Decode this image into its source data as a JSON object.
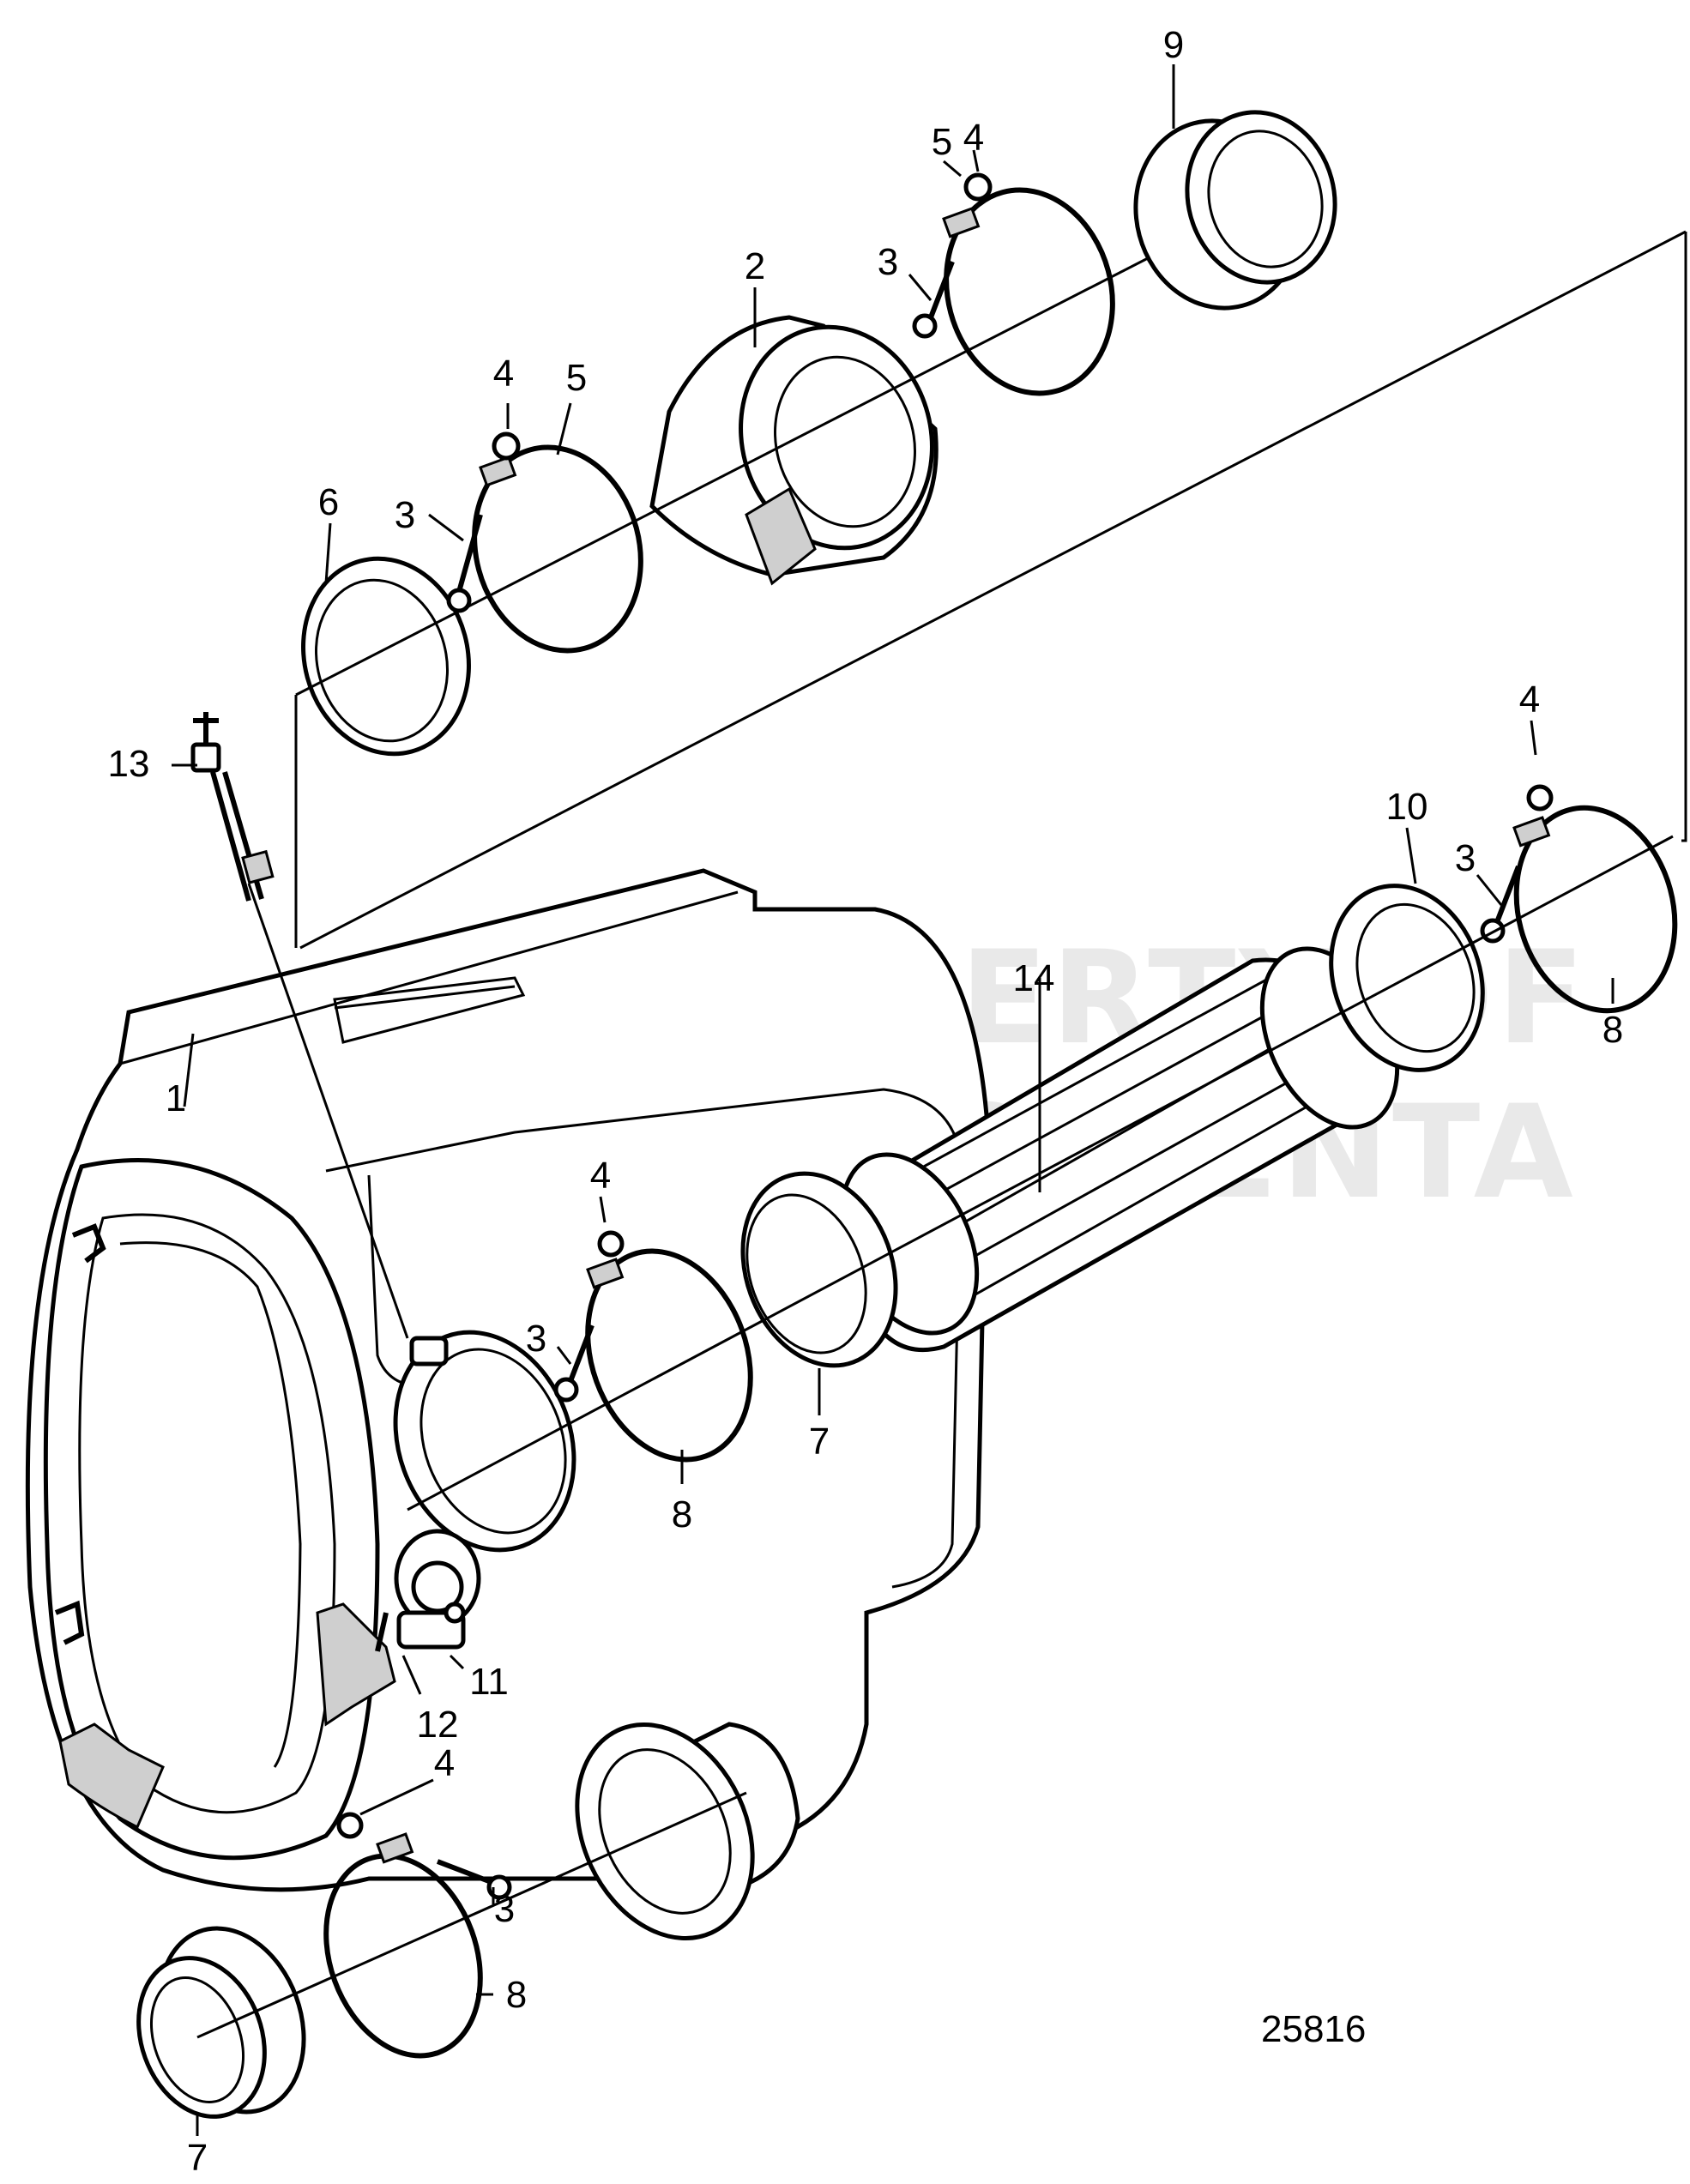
{
  "diagram": {
    "drawing_number": "25816",
    "watermark": [
      "PROPERTY OF",
      "VOLVO PENTA"
    ],
    "callouts": [
      "1",
      "2",
      "3",
      "3",
      "3",
      "3",
      "3",
      "4",
      "4",
      "4",
      "4",
      "4",
      "5",
      "5",
      "6",
      "7",
      "7",
      "8",
      "8",
      "8",
      "9",
      "10",
      "11",
      "12",
      "13",
      "14"
    ]
  },
  "colors": {
    "line": "#000000",
    "background": "#ffffff",
    "watermark": "#d8d8d8"
  }
}
